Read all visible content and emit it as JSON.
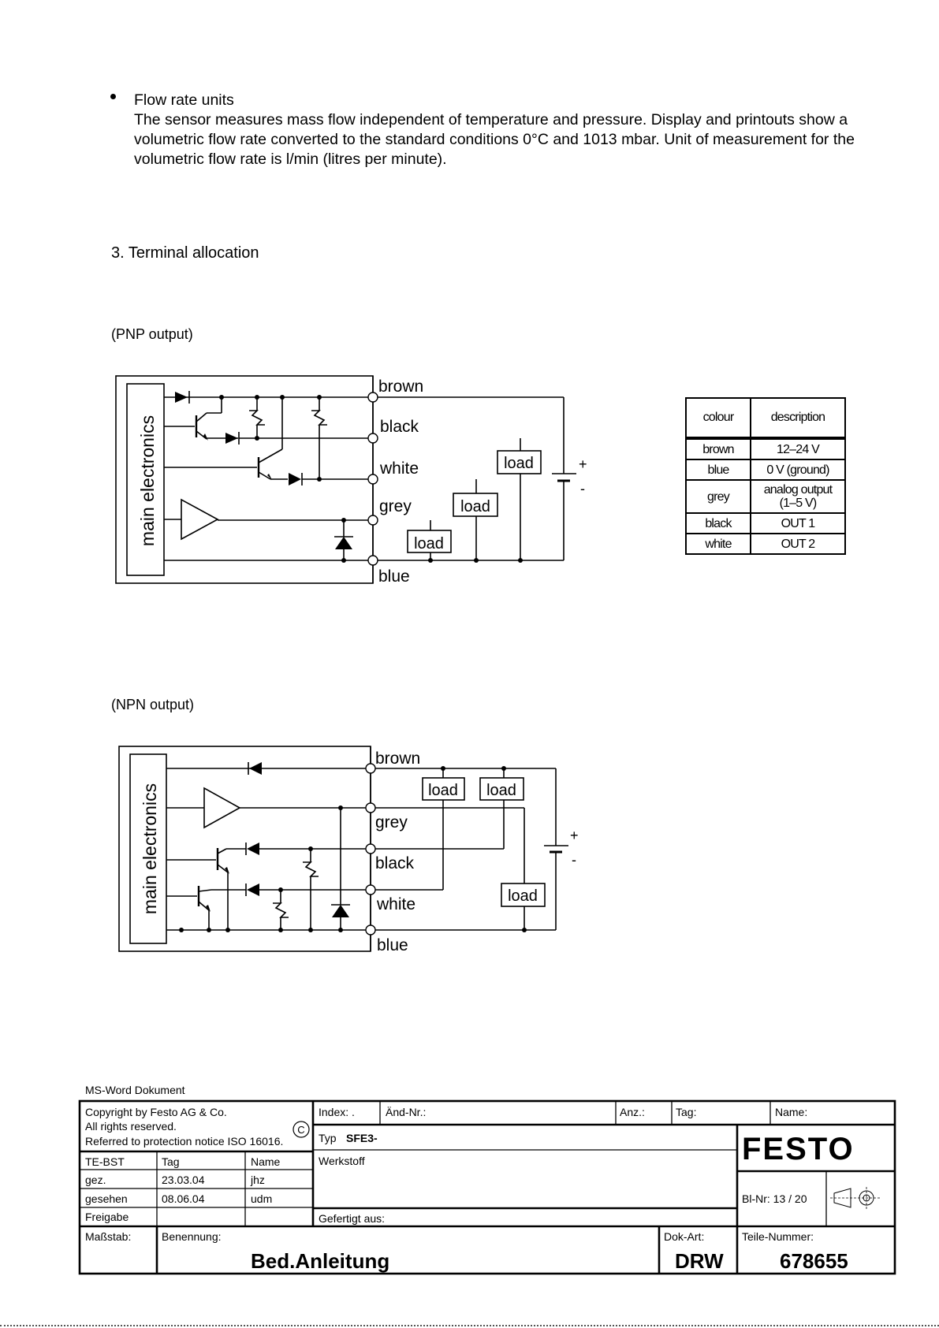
{
  "intro": {
    "title": "Flow rate units",
    "paragraph": "The sensor measures mass flow independent of temperature and pressure. Display and printouts show a volumetric flow rate converted to the standard conditions 0°C and 1013 mbar. Unit of measurement for the volumetric flow rate is l/min (litres per minute)."
  },
  "section_heading": "3. Terminal allocation",
  "pnp": {
    "caption": "(PNP output)",
    "main_label": "main electronics",
    "wires": {
      "brown": "brown",
      "black": "black",
      "white": "white",
      "grey": "grey",
      "blue": "blue"
    },
    "load": "load",
    "plus": "+",
    "minus": "-"
  },
  "npn": {
    "caption": "(NPN output)",
    "main_label": "main electronics",
    "wires": {
      "brown": "brown",
      "grey": "grey",
      "black": "black",
      "white": "white",
      "blue": "blue"
    },
    "load": "load",
    "plus": "+",
    "minus": "-"
  },
  "colour_table": {
    "headers": [
      "colour",
      "description"
    ],
    "rows": [
      [
        "brown",
        "12–24 V"
      ],
      [
        "blue",
        "0 V (ground)"
      ],
      [
        "grey",
        "analog output (1–5 V)"
      ],
      [
        "black",
        "OUT 1"
      ],
      [
        "white",
        "OUT 2"
      ]
    ]
  },
  "title_block": {
    "doc_type_note": "MS-Word Dokument",
    "copyright_1": "Copyright by Festo AG & Co.",
    "copyright_2": "All rights reserved.",
    "copyright_3": "Referred to protection notice ISO 16016.",
    "copyright_symbol": "C",
    "index_label": "Index: .",
    "aend_label": "Änd-Nr.:",
    "anz_label": "Anz.:",
    "tag_label": "Tag:",
    "name_label": "Name:",
    "typ_label": "Typ",
    "typ_value": "SFE3-",
    "werkstoff_label": "Werkstoff",
    "gefertigt_label": "Gefertigt aus:",
    "dept": "TE-BST",
    "col_tag": "Tag",
    "col_name": "Name",
    "gez_label": "gez.",
    "gez_date": "23.03.04",
    "gez_name": "jhz",
    "gesehen_label": "gesehen",
    "gesehen_date": "08.06.04",
    "gesehen_name": "udm",
    "freigabe_label": "Freigabe",
    "logo": "FESTO",
    "sheet_label": "Bl-Nr: 13 / 20",
    "massstab_label": "Maßstab:",
    "benennung_label": "Benennung:",
    "benennung_value": "Bed.Anleitung",
    "dokart_label": "Dok-Art:",
    "dokart_value": "DRW",
    "teile_label": "Teile-Nummer:",
    "teile_value": "678655"
  }
}
